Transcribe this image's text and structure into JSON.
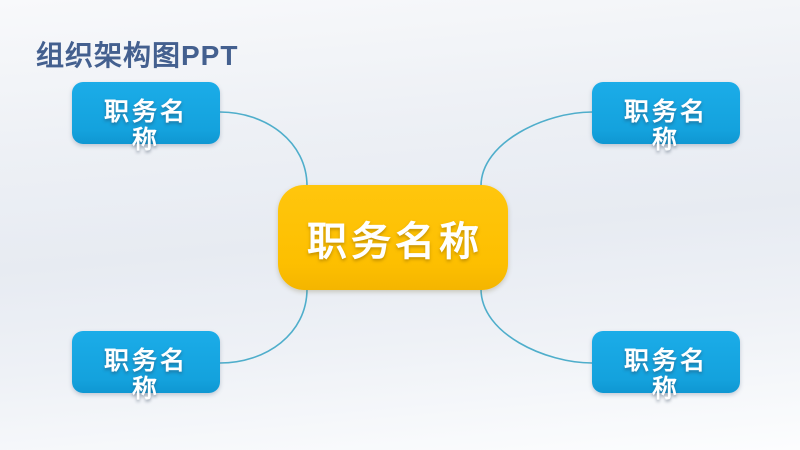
{
  "slide": {
    "title": "组织架构图PPT",
    "center_node": {
      "label": "职务名称"
    },
    "nodes": [
      {
        "id": "top-left",
        "label": "职务名称"
      },
      {
        "id": "top-right",
        "label": "职务名称"
      },
      {
        "id": "bottom-left",
        "label": "职务名称"
      },
      {
        "id": "bottom-right",
        "label": "职务名称"
      }
    ],
    "colors": {
      "node_blue": "#14A2DD",
      "center_gold": "#FFC000",
      "connector": "#4FAECB",
      "title_text": "#44608F",
      "node_text": "#FFFFFF",
      "background_tint": "#E7EBF2"
    }
  }
}
